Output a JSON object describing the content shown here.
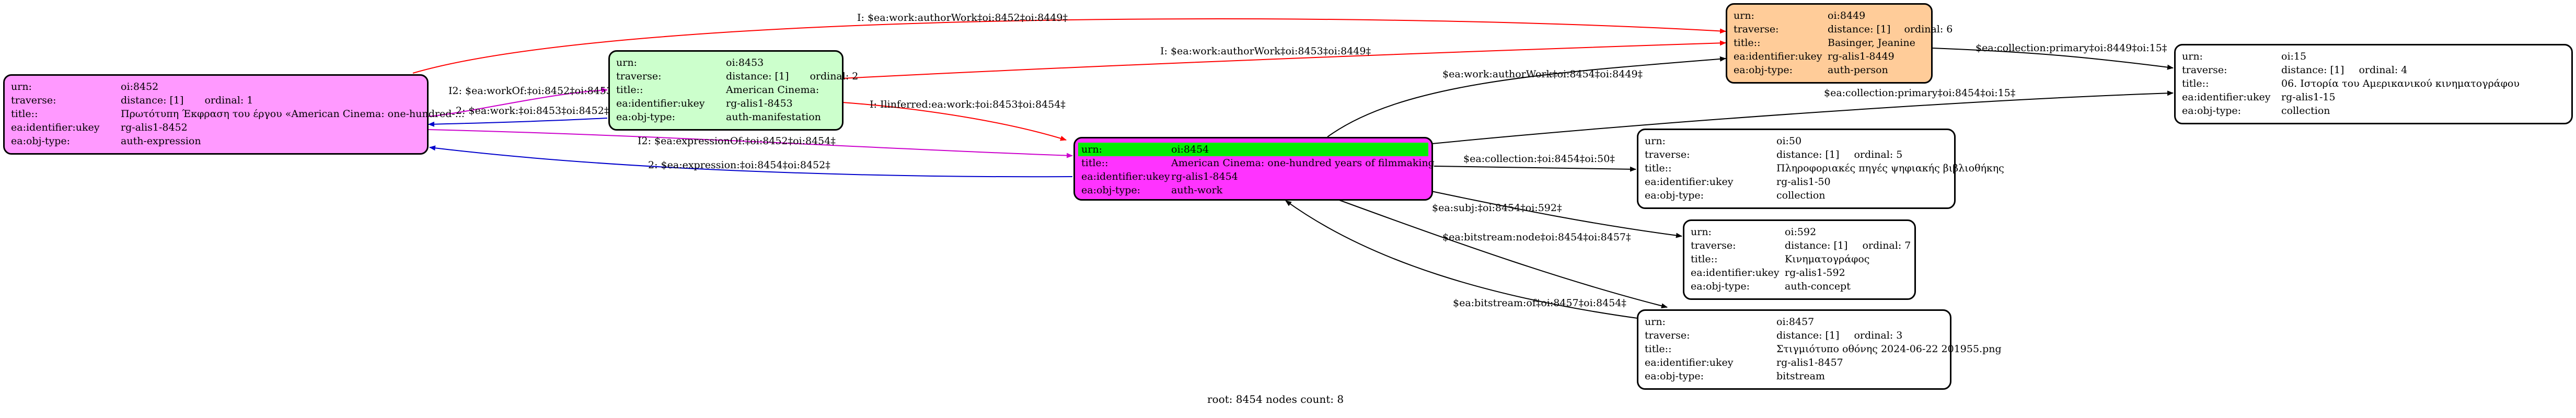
{
  "nodes": {
    "n8452": {
      "urn": "oi:8452",
      "traverse_distance": "distance: [1]",
      "traverse_ordinal": "ordinal: 1",
      "title": "Πρωτότυπη Έκφραση του έργου «American Cinema: one-hundred-...",
      "ukey": "rg-alis1-8452",
      "obj_type": "auth-expression",
      "color": "#ff99ff"
    },
    "n8453": {
      "urn": "oi:8453",
      "traverse_distance": "distance: [1]",
      "traverse_ordinal": "ordinal: 2",
      "title": "American Cinema:",
      "ukey": "rg-alis1-8453",
      "obj_type": "auth-manifestation",
      "color": "#ccffcc"
    },
    "n8449": {
      "urn": "oi:8449",
      "traverse_distance": "distance: [1]",
      "traverse_ordinal": "ordinal: 6",
      "title": "Basinger, Jeanine",
      "ukey": "rg-alis1-8449",
      "obj_type": "auth-person",
      "color": "#ffcc99"
    },
    "n8454": {
      "urn": "oi:8454",
      "title": "American Cinema: one-hundred years of filmmaking",
      "ukey": "rg-alis1-8454",
      "obj_type": "auth-work",
      "color": "#ff33ff",
      "highlight_color": "#00ee00"
    },
    "n15": {
      "urn": "oi:15",
      "traverse_distance": "distance: [1]",
      "traverse_ordinal": "ordinal: 4",
      "title": "06. Ιστορία του Αμερικανικού κινηματογράφου",
      "ukey": "rg-alis1-15",
      "obj_type": "collection",
      "color": "#ffffff"
    },
    "n50": {
      "urn": "oi:50",
      "traverse_distance": "distance: [1]",
      "traverse_ordinal": "ordinal: 5",
      "title": "Πληροφοριακές πηγές ψηφιακής βιβλιοθήκης",
      "ukey": "rg-alis1-50",
      "obj_type": "collection",
      "color": "#ffffff"
    },
    "n592": {
      "urn": "oi:592",
      "traverse_distance": "distance: [1]",
      "traverse_ordinal": "ordinal: 7",
      "title": "Κινηματογράφος",
      "ukey": "rg-alis1-592",
      "obj_type": "auth-concept",
      "color": "#ffffff"
    },
    "n8457": {
      "urn": "oi:8457",
      "traverse_distance": "distance: [1]",
      "traverse_ordinal": "ordinal: 3",
      "title": "Στιγμιότυπο οθόνης 2024-06-22 201955.png",
      "ukey": "rg-alis1-8457",
      "obj_type": "bitstream",
      "color": "#ffffff"
    }
  },
  "field_labels": {
    "urn": "urn:",
    "traverse": "traverse:",
    "title": "title::",
    "ukey": "ea:identifier:ukey",
    "obj_type": "ea:obj-type:"
  },
  "edges": [
    {
      "id": "e1",
      "label": "I: $ea:work:authorWork‡oi:8452‡oi:8449‡",
      "color": "#ff0000"
    },
    {
      "id": "e2",
      "label": "I2: $ea:workOf:‡oi:8452‡oi:8453‡",
      "color": "#cc00cc"
    },
    {
      "id": "e3",
      "label": "2: $ea:work:‡oi:8453‡oi:8452‡",
      "color": "#0000cc"
    },
    {
      "id": "e4",
      "label": "I: $ea:work:authorWork‡oi:8453‡oi:8449‡",
      "color": "#ff0000"
    },
    {
      "id": "e5",
      "label": "I: Ilinferred:ea:work:‡oi:8453‡oi:8454‡",
      "color": "#ff0000"
    },
    {
      "id": "e6",
      "label": "$ea:work:authorWork‡oi:8454‡oi:8449‡",
      "color": "#000000"
    },
    {
      "id": "e7",
      "label": "$ea:collection:primary‡oi:8449‡oi:15‡",
      "color": "#000000"
    },
    {
      "id": "e8",
      "label": "$ea:collection:primary‡oi:8454‡oi:15‡",
      "color": "#000000"
    },
    {
      "id": "e9",
      "label": "I2: $ea:expressionOf:‡oi:8452‡oi:8454‡",
      "color": "#cc00cc"
    },
    {
      "id": "e10",
      "label": "2: $ea:expression:‡oi:8454‡oi:8452‡",
      "color": "#0000cc"
    },
    {
      "id": "e11",
      "label": "$ea:collection:‡oi:8454‡oi:50‡",
      "color": "#000000"
    },
    {
      "id": "e12",
      "label": "$ea:subj:‡oi:8454‡oi:592‡",
      "color": "#000000"
    },
    {
      "id": "e13",
      "label": "$ea:bitstream:node‡oi:8454‡oi:8457‡",
      "color": "#000000"
    },
    {
      "id": "e14",
      "label": "$ea:bitstream:of‡oi:8457‡oi:8454‡",
      "color": "#000000"
    }
  ],
  "footer": "root: 8454 nodes count: 8"
}
